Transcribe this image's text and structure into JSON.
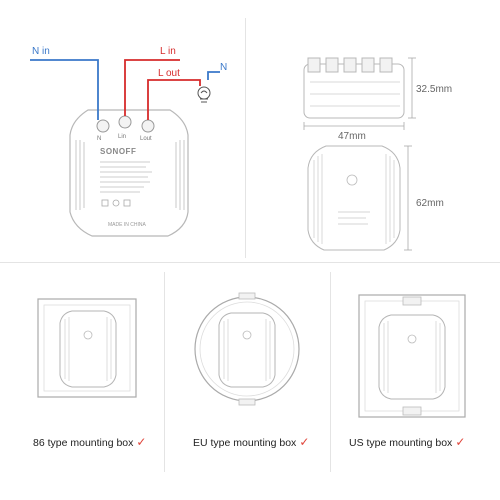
{
  "wiring": {
    "n_in_label": "N in",
    "l_in_label": "L in",
    "l_out_label": "L out",
    "n_label": "N",
    "terminals": [
      "N",
      "Lin",
      "Lout"
    ],
    "brand": "SONOFF",
    "made_in": "MADE IN CHINA",
    "colors": {
      "neutral_wire": "#3a78c9",
      "live_wire": "#d62b2b",
      "device_outline": "#b8b8b8"
    }
  },
  "dimensions": {
    "height_label": "32.5mm",
    "width_label": "47mm",
    "depth_label": "62mm"
  },
  "mounting": {
    "items": [
      {
        "label": "86 type mounting box",
        "check": "✓"
      },
      {
        "label": "EU type mounting box",
        "check": "✓"
      },
      {
        "label": "US type mounting box",
        "check": "✓"
      }
    ],
    "check_color": "#e0443a"
  }
}
